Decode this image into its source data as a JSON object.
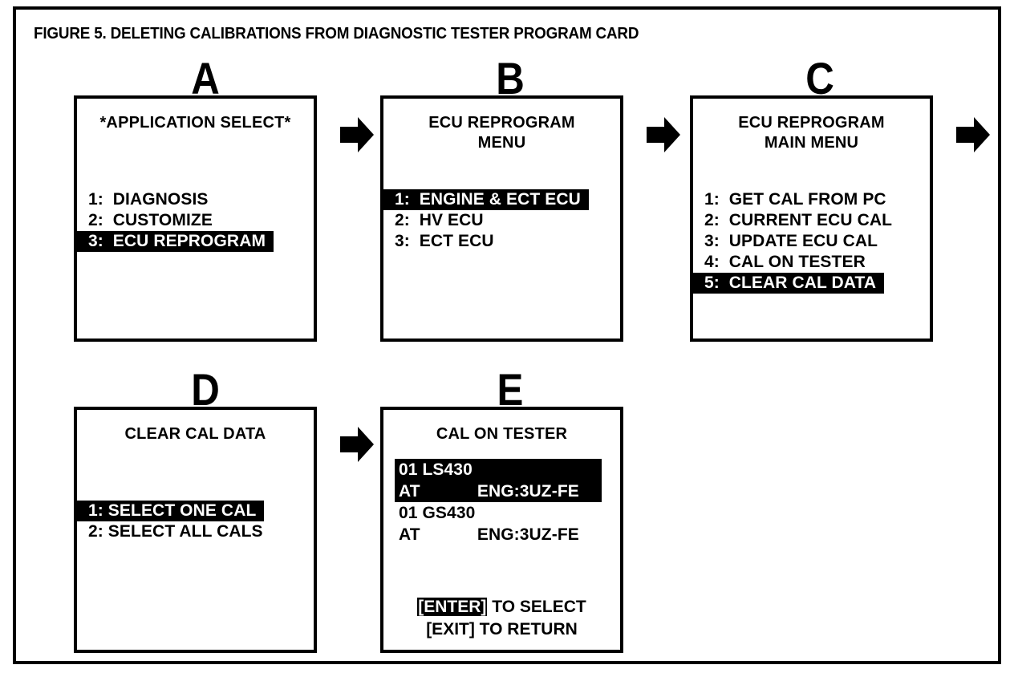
{
  "figure": {
    "title": "FIGURE 5.  DELETING CALIBRATIONS FROM DIAGNOSTIC TESTER PROGRAM CARD",
    "frame_color": "#000000",
    "background": "#ffffff",
    "highlight_color": "#000000",
    "highlight_text_color": "#ffffff"
  },
  "panels": [
    {
      "letter": "A",
      "title": "*APPLICATION SELECT*",
      "items": [
        {
          "label": "1:  DIAGNOSIS",
          "highlighted": false
        },
        {
          "label": "2:  CUSTOMIZE",
          "highlighted": false
        },
        {
          "label": "3:  ECU REPROGRAM",
          "highlighted": true
        }
      ]
    },
    {
      "letter": "B",
      "title": "ECU REPROGRAM\nMENU",
      "items": [
        {
          "label": "1:  ENGINE & ECT ECU",
          "highlighted": true
        },
        {
          "label": "2:  HV ECU",
          "highlighted": false
        },
        {
          "label": "3:  ECT ECU",
          "highlighted": false
        }
      ]
    },
    {
      "letter": "C",
      "title": "ECU REPROGRAM\nMAIN MENU",
      "items": [
        {
          "label": "1:  GET CAL FROM PC",
          "highlighted": false
        },
        {
          "label": "2:  CURRENT ECU CAL",
          "highlighted": false
        },
        {
          "label": "3:  UPDATE ECU CAL",
          "highlighted": false
        },
        {
          "label": "4:  CAL ON TESTER",
          "highlighted": false
        },
        {
          "label": "5:  CLEAR CAL DATA",
          "highlighted": true
        }
      ]
    },
    {
      "letter": "D",
      "title": "CLEAR CAL DATA",
      "items": [
        {
          "label": "1: SELECT ONE CAL",
          "highlighted": true
        },
        {
          "label": "2: SELECT ALL CALS",
          "highlighted": false
        }
      ]
    },
    {
      "letter": "E",
      "title": "CAL ON TESTER",
      "cal_entries": [
        {
          "line1": "01 LS430",
          "line2": "AT            ENG:3UZ-FE",
          "highlighted": true
        },
        {
          "line1": "01 GS430",
          "line2": "AT            ENG:3UZ-FE",
          "highlighted": false
        }
      ],
      "footer": {
        "line1_key": "[ENTER]",
        "line1_text": " TO SELECT",
        "line2": "[EXIT] TO RETURN"
      }
    }
  ],
  "arrows": [
    {
      "name": "arrow-a-to-b",
      "direction": "right"
    },
    {
      "name": "arrow-b-to-c",
      "direction": "right"
    },
    {
      "name": "arrow-c-to-next",
      "direction": "right"
    },
    {
      "name": "arrow-d-to-e",
      "direction": "right"
    }
  ]
}
